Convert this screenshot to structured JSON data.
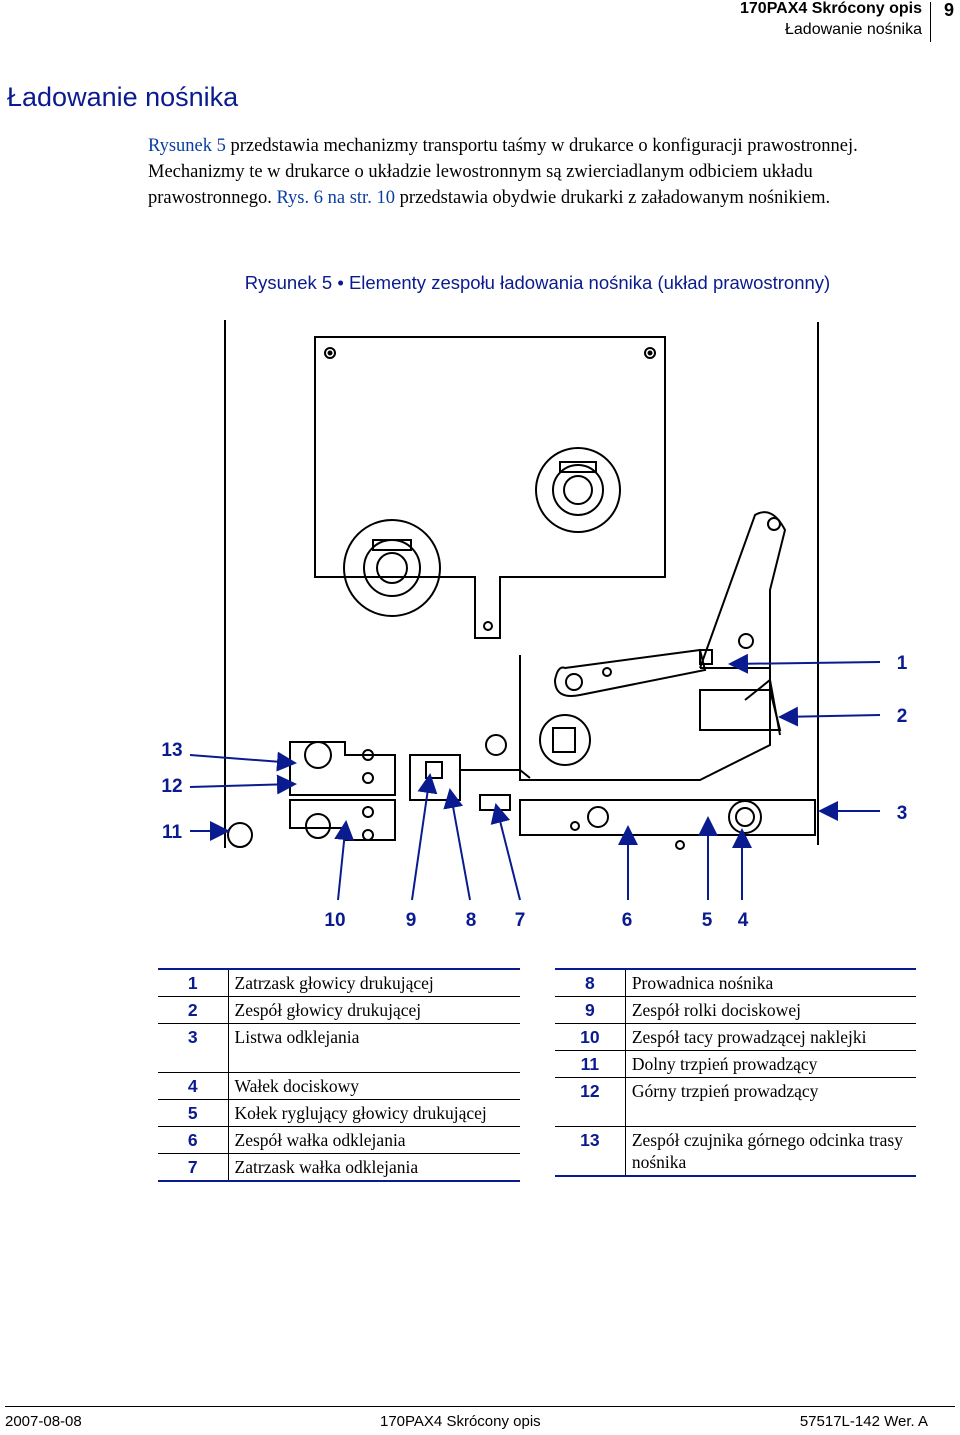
{
  "header": {
    "title": "170PAX4 Skrócony opis",
    "subtitle": "Ładowanie nośnika",
    "page_number": "9"
  },
  "section_title": "Ładowanie nośnika",
  "intro": {
    "link1": "Rysunek 5",
    "text1": " przedstawia mechanizmy transportu taśmy w drukarce o konfiguracji prawostronnej. Mechanizmy te w drukarce o układzie lewostronnym są zwierciadlanym odbiciem układu prawostronnego. ",
    "link2": "Rys. 6 na str. 10",
    "text2": " przedstawia obydwie drukarki z załadowanym nośnikiem."
  },
  "figure": {
    "caption": "Rysunek 5 • Elementy zespołu ładowania nośnika (układ prawostronny)",
    "callouts": {
      "c1": "1",
      "c2": "2",
      "c3": "3",
      "c4": "4",
      "c5": "5",
      "c6": "6",
      "c7": "7",
      "c8": "8",
      "c9": "9",
      "c10": "10",
      "c11": "11",
      "c12": "12",
      "c13": "13"
    }
  },
  "legend_left": [
    {
      "num": "1",
      "label": "Zatrzask głowicy drukującej"
    },
    {
      "num": "2",
      "label": "Zespół głowicy drukującej"
    },
    {
      "num": "3",
      "label": "Listwa odklejania"
    },
    {
      "num": "4",
      "label": "Wałek dociskowy"
    },
    {
      "num": "5",
      "label": "Kołek ryglujący głowicy drukującej"
    },
    {
      "num": "6",
      "label": "Zespół wałka odklejania"
    },
    {
      "num": "7",
      "label": "Zatrzask wałka odklejania"
    }
  ],
  "legend_right": [
    {
      "num": "8",
      "label": "Prowadnica nośnika"
    },
    {
      "num": "9",
      "label": "Zespół rolki dociskowej"
    },
    {
      "num": "10",
      "label": "Zespół tacy prowadzącej naklejki"
    },
    {
      "num": "11",
      "label": "Dolny trzpień prowadzący"
    },
    {
      "num": "12",
      "label": "Górny trzpień prowadzący"
    },
    {
      "num": "13",
      "label": "Zespół czujnika górnego odcinka trasy nośnika"
    }
  ],
  "footer": {
    "date": "2007-08-08",
    "doc": "170PAX4 Skrócony opis",
    "ref": "57517L-142 Wer. A"
  },
  "colors": {
    "accent": "#0a1b8f",
    "link": "#0a3da3"
  }
}
